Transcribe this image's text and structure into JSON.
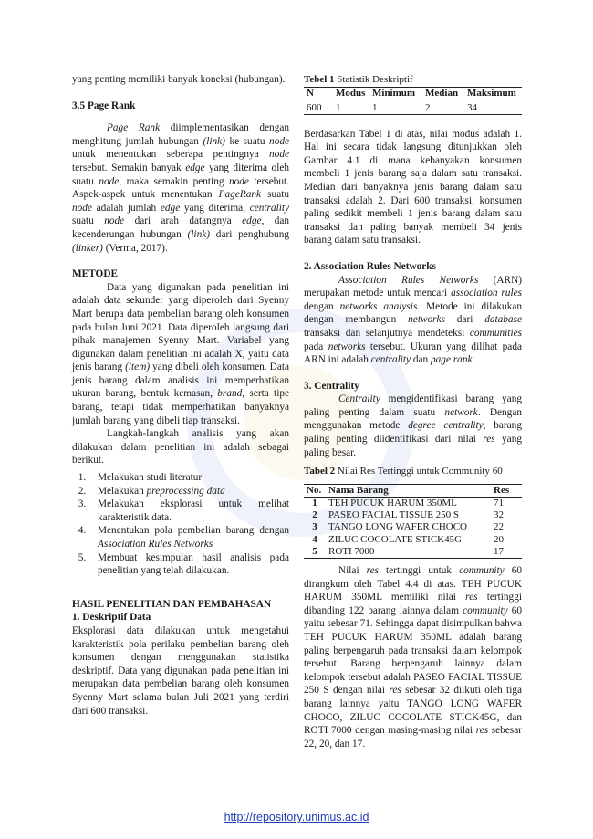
{
  "left": {
    "p_intro": "yang penting memiliki banyak koneksi (hubungan).",
    "h_pagerank": "3.5 Page Rank",
    "p_pagerank": [
      {
        "t": "Page Rank",
        "i": true
      },
      {
        "t": " diimplementasikan dengan menghitung jumlah hubungan "
      },
      {
        "t": "(link)",
        "i": true
      },
      {
        "t": " ke suatu "
      },
      {
        "t": "node",
        "i": true
      },
      {
        "t": " untuk menentukan seberapa pentingnya "
      },
      {
        "t": "node",
        "i": true
      },
      {
        "t": " tersebut. Semakin banyak "
      },
      {
        "t": "edge",
        "i": true
      },
      {
        "t": " yang diterima oleh suatu "
      },
      {
        "t": "node",
        "i": true
      },
      {
        "t": ", maka semakin penting "
      },
      {
        "t": "node",
        "i": true
      },
      {
        "t": " tersebut. Aspek-aspek untuk menentukan "
      },
      {
        "t": "PageRank",
        "i": true
      },
      {
        "t": " suatu "
      },
      {
        "t": "node",
        "i": true
      },
      {
        "t": " adalah jumlah "
      },
      {
        "t": "edge",
        "i": true
      },
      {
        "t": " yang diterima, "
      },
      {
        "t": "centrality",
        "i": true
      },
      {
        "t": " suatu "
      },
      {
        "t": "node",
        "i": true
      },
      {
        "t": " dari arah datangnya "
      },
      {
        "t": "edge",
        "i": true
      },
      {
        "t": ", dan kecenderungan hubungan "
      },
      {
        "t": "(link)",
        "i": true
      },
      {
        "t": " dari penghubung "
      },
      {
        "t": "(linker)",
        "i": true
      },
      {
        "t": " (Verma, 2017)."
      }
    ],
    "h_metode": "METODE",
    "p_metode": [
      {
        "t": "Data yang digunakan pada penelitian ini adalah data sekunder yang diperoleh dari Syenny Mart berupa data pembelian barang oleh konsumen pada bulan Juni 2021. Data diperoleh langsung dari pihak manajemen Syenny Mart. Variabel yang digunakan dalam penelitian ini adalah X, yaitu data jenis barang "
      },
      {
        "t": "(item)",
        "i": true
      },
      {
        "t": " yang dibeli oleh konsumen. Data jenis barang dalam analisis ini memperhatikan ukuran barang, bentuk kemasan, "
      },
      {
        "t": "brand",
        "i": true
      },
      {
        "t": ", serta tipe barang, tetapi tidak memperhatikan banyaknya jumlah barang yang dibeli tiap transaksi."
      }
    ],
    "p_langkah": "Langkah-langkah analisis yang akan dilakukan dalam penelitian ini adalah sebagai berikut.",
    "steps": [
      [
        {
          "t": "Melakukan studi literatur"
        }
      ],
      [
        {
          "t": "Melakukan "
        },
        {
          "t": "preprocessing data",
          "i": true
        }
      ],
      [
        {
          "t": "Melakukan eksplorasi untuk melihat karakteristik data."
        }
      ],
      [
        {
          "t": "Menentukan pola pembelian barang dengan "
        },
        {
          "t": "Association Rules Networks",
          "i": true
        }
      ],
      [
        {
          "t": "Membuat kesimpulan hasil analisis pada penelitian yang telah dilakukan."
        }
      ]
    ],
    "h_hasil": "HASIL PENELITIAN DAN PEMBAHASAN",
    "h_deskriptif": "1.  Deskriptif Data",
    "p_deskriptif": "Eksplorasi data dilakukan untuk mengetahui karakteristik pola perilaku pembelian barang oleh konsumen dengan menggunakan statistika deskriptif. Data yang digunakan pada penelitian ini merupakan data pembelian barang oleh konsumen Syenny Mart selama bulan Juli 2021 yang terdiri dari 600 transaksi."
  },
  "right": {
    "table1": {
      "caption_bold": "Tebel 1",
      "caption_text": " Statistik Deskriptif",
      "headers": [
        "N",
        "Modus",
        "Minimum",
        "Median",
        "Maksimum"
      ],
      "row": [
        "600",
        "1",
        "1",
        "2",
        "34"
      ]
    },
    "p_tabel1": "Berdasarkan Tabel 1 di atas, nilai modus adalah 1. Hal ini secara tidak langsung ditunjukkan oleh Gambar 4.1 di mana kebanyakan konsumen membeli 1 jenis barang saja dalam satu transaksi. Median dari banyaknya jenis barang dalam satu transaksi adalah 2. Dari 600 transaksi, konsumen paling sedikit membeli 1 jenis barang dalam satu transaksi dan paling banyak membeli 34 jenis barang dalam satu transaksi.",
    "h_arn": "2.  Association Rules Networks",
    "p_arn": [
      {
        "t": "Association Rules Networks",
        "i": true
      },
      {
        "t": " (ARN) merupakan metode untuk mencari "
      },
      {
        "t": "association rules",
        "i": true
      },
      {
        "t": " dengan "
      },
      {
        "t": "networks analysis",
        "i": true
      },
      {
        "t": ". Metode ini dilakukan dengan membangun "
      },
      {
        "t": "networks",
        "i": true
      },
      {
        "t": " dari "
      },
      {
        "t": "database",
        "i": true
      },
      {
        "t": " transaksi dan selanjutnya mendeteksi "
      },
      {
        "t": "communities",
        "i": true
      },
      {
        "t": " pada "
      },
      {
        "t": "networks",
        "i": true
      },
      {
        "t": " tersebut. Ukuran yang dilihat pada ARN ini adalah "
      },
      {
        "t": "centrality",
        "i": true
      },
      {
        "t": " dan "
      },
      {
        "t": "page rank",
        "i": true
      },
      {
        "t": "."
      }
    ],
    "h_centrality": "3.  Centrality",
    "p_centrality": [
      {
        "t": "Centrality",
        "i": true
      },
      {
        "t": " mengidentifikasi barang yang paling penting dalam suatu "
      },
      {
        "t": "network",
        "i": true
      },
      {
        "t": ". Dengan menggunakan metode "
      },
      {
        "t": "degree centrality",
        "i": true
      },
      {
        "t": ", barang paling penting diidentifikasi dari nilai "
      },
      {
        "t": "res",
        "i": true
      },
      {
        "t": " yang paling besar."
      }
    ],
    "table2": {
      "caption_bold": "Tabel 2",
      "caption_text": " Nilai Res Tertinggi untuk Community 60",
      "headers": [
        "No.",
        "Nama Barang",
        "Res"
      ],
      "rows": [
        [
          "1",
          "TEH PUCUK HARUM 350ML",
          "71"
        ],
        [
          "2",
          "PASEO FACIAL TISSUE 250 S",
          "32"
        ],
        [
          "3",
          "TANGO LONG WAFER CHOCO",
          "22"
        ],
        [
          "4",
          "ZILUC COCOLATE STICK45G",
          "20"
        ],
        [
          "5",
          "ROTI 7000",
          "17"
        ]
      ]
    },
    "p_res": [
      {
        "t": "Nilai "
      },
      {
        "t": "res",
        "i": true
      },
      {
        "t": " tertinggi untuk "
      },
      {
        "t": "community",
        "i": true
      },
      {
        "t": " 60 dirangkum oleh Tabel 4.4 di atas. TEH PUCUK HARUM 350ML memiliki nilai "
      },
      {
        "t": "res",
        "i": true
      },
      {
        "t": " tertinggi dibanding 122 barang lainnya dalam "
      },
      {
        "t": "community",
        "i": true
      },
      {
        "t": " 60 yaitu sebesar 71. Sehingga dapat disimpulkan bahwa TEH PUCUK HARUM 350ML adalah barang paling berpengaruh pada transaksi dalam kelompok tersebut. Barang berpengaruh lainnya dalam kelompok tersebut adalah PASEO FACIAL TISSUE 250 S dengan nilai "
      },
      {
        "t": "res",
        "i": true
      },
      {
        "t": " sebesar 32 diikuti oleh tiga barang lainnya yaitu TANGO LONG WAFER CHOCO, ZILUC COCOLATE STICK45G, dan ROTI 7000 dengan masing-masing nilai "
      },
      {
        "t": "res",
        "i": true
      },
      {
        "t": " sebesar 22, 20, dan 17."
      }
    ]
  },
  "footer": {
    "url": "http://repository.unimus.ac.id"
  },
  "colors": {
    "link": "#1f3fb5",
    "watermark": "#7896d7"
  }
}
